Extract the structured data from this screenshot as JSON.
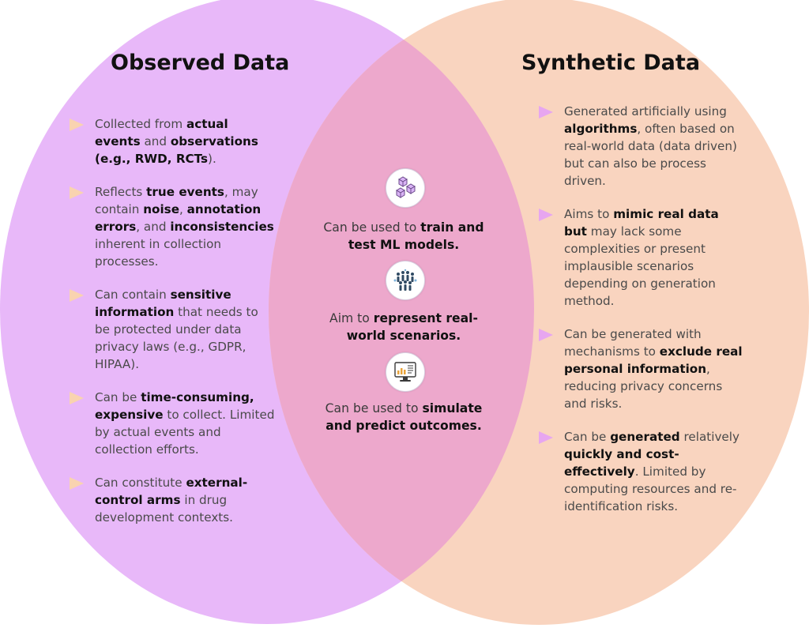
{
  "colors": {
    "observed": "#e8b8f9",
    "synthetic": "#f9d4bf",
    "overlap": "#eda8cc",
    "bullet_observed": "#f9d3b0",
    "bullet_synthetic": "#e7a6f0"
  },
  "left": {
    "title": "Observed Data",
    "items": [
      [
        {
          "t": "Collected from "
        },
        {
          "t": "actual events",
          "b": true
        },
        {
          "t": " and "
        },
        {
          "t": "observations (e.g., RWD, RCTs",
          "b": true
        },
        {
          "t": ")."
        }
      ],
      [
        {
          "t": "Reflects "
        },
        {
          "t": "true events",
          "b": true
        },
        {
          "t": ", may contain "
        },
        {
          "t": "noise",
          "b": true
        },
        {
          "t": ", "
        },
        {
          "t": "annotation errors",
          "b": true
        },
        {
          "t": ", and "
        },
        {
          "t": "inconsistencies",
          "b": true
        },
        {
          "t": " inherent in collection processes."
        }
      ],
      [
        {
          "t": "Can contain "
        },
        {
          "t": "sensitive information",
          "b": true
        },
        {
          "t": " that needs to be protected under data privacy laws (e.g., GDPR, HIPAA)."
        }
      ],
      [
        {
          "t": "Can be "
        },
        {
          "t": "time-consuming, expensive",
          "b": true
        },
        {
          "t": " to collect. Limited by actual events and collection efforts."
        }
      ],
      [
        {
          "t": "Can constitute "
        },
        {
          "t": "external-control arms",
          "b": true
        },
        {
          "t": " in drug development contexts."
        }
      ]
    ]
  },
  "right": {
    "title": "Synthetic Data",
    "items": [
      [
        {
          "t": "Generated artificially using "
        },
        {
          "t": "algorithms",
          "b": true
        },
        {
          "t": ", often based on real-world data (data driven) but can also be process driven."
        }
      ],
      [
        {
          "t": "Aims to "
        },
        {
          "t": "mimic real data but",
          "b": true
        },
        {
          "t": " may lack some complexities or present implausible scenarios depending on generation method."
        }
      ],
      [
        {
          "t": "Can be generated with mechanisms to "
        },
        {
          "t": "exclude real personal information",
          "b": true
        },
        {
          "t": ", reducing privacy concerns and risks."
        }
      ],
      [
        {
          "t": "Can be "
        },
        {
          "t": "generated",
          "b": true
        },
        {
          "t": " relatively "
        },
        {
          "t": "quickly and cost-effectively",
          "b": true
        },
        {
          "t": ". Limited by computing resources and re-identification risks."
        }
      ]
    ]
  },
  "center": {
    "items": [
      {
        "icon": "blocks-network-icon",
        "parts": [
          {
            "t": "Can be used to "
          },
          {
            "t": "train and test ML models.",
            "b": true
          }
        ]
      },
      {
        "icon": "people-crowd-icon",
        "parts": [
          {
            "t": "Aim to "
          },
          {
            "t": "represent real-world scenarios.",
            "b": true
          }
        ]
      },
      {
        "icon": "analytics-monitor-icon",
        "parts": [
          {
            "t": "Can be used to "
          },
          {
            "t": "simulate and predict outcomes.",
            "b": true
          }
        ]
      }
    ]
  }
}
